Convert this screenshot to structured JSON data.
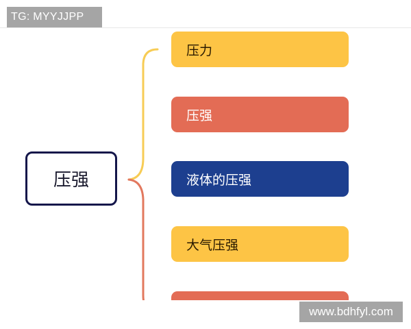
{
  "header": {
    "tg_label": "TG: MYYJJPP"
  },
  "mindmap": {
    "root": {
      "label": "压强",
      "border_color": "#14164a"
    },
    "branches": [
      {
        "label": "压力",
        "bg": "#fdc445",
        "text_color": "#2a1a00"
      },
      {
        "label": "压强",
        "bg": "#e36c55",
        "text_color": "#ffffff"
      },
      {
        "label": "液体的压强",
        "bg": "#1d3f8f",
        "text_color": "#ffffff"
      },
      {
        "label": "大气压强",
        "bg": "#fdc445",
        "text_color": "#2a1a00"
      },
      {
        "label": "",
        "bg": "#e36c55",
        "text_color": "#ffffff"
      }
    ],
    "connector_colors": {
      "upper": "#f7cc55",
      "lower": "#e2785e"
    }
  },
  "watermark": {
    "label": "www.bdhfyl.com"
  }
}
